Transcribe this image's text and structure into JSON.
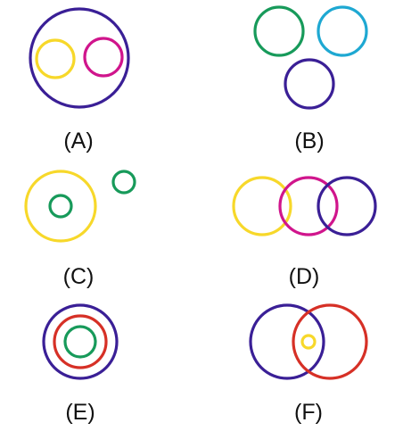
{
  "colors": {
    "indigo": "#3a1f96",
    "yellow": "#f7d82a",
    "magenta": "#d0158c",
    "green": "#179a5a",
    "cyan": "#1ea8d2",
    "red": "#d63026",
    "label": "#111111"
  },
  "options": [
    {
      "id": "A",
      "label": "(A)"
    },
    {
      "id": "B",
      "label": "(B)"
    },
    {
      "id": "C",
      "label": "(C)"
    },
    {
      "id": "D",
      "label": "(D)"
    },
    {
      "id": "E",
      "label": "(E)"
    },
    {
      "id": "F",
      "label": "(F)"
    }
  ]
}
